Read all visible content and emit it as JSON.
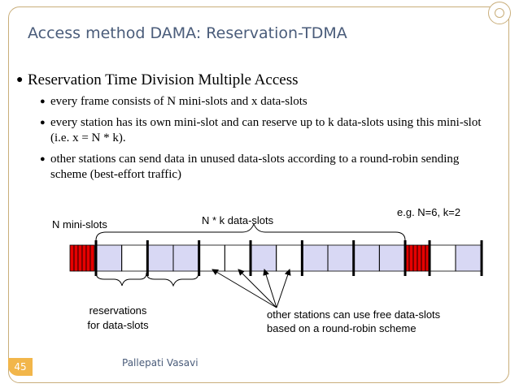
{
  "slide": {
    "title": "Access method DAMA: Reservation-TDMA",
    "page_number": "45",
    "author": "Pallepati Vasavi",
    "accent_color": "#f2b64a",
    "title_color": "#4a5c7a"
  },
  "bullets": {
    "main": "Reservation Time Division Multiple Access",
    "sub": [
      "every frame consists of N mini-slots and x data-slots",
      "every station has its own mini-slot and can reserve up to k data-slots using this mini-slot (i.e. x = N * k).",
      "other stations can send data in unused data-slots according to a round-robin sending scheme (best-effort traffic)"
    ]
  },
  "diagram": {
    "label_mini_slots": "N mini-slots",
    "label_data_slots": "N * k data-slots",
    "label_example": "e.g. N=6, k=2",
    "label_reservations_1": "reservations",
    "label_reservations_2": "for data-slots",
    "label_other_1": "other stations can use free data-slots",
    "label_other_2": "based on a round-robin scheme",
    "mini_slot_color": "#e60000",
    "reserved_slot_color": "#d8d8f4",
    "free_slot_color": "#ffffff",
    "data_slots_frame_1": [
      "reserved",
      "free",
      "reserved",
      "reserved",
      "free",
      "free",
      "reserved",
      "free",
      "reserved",
      "reserved",
      "reserved",
      "reserved"
    ],
    "data_slots_frame_2": [
      "free",
      "reserved"
    ]
  }
}
